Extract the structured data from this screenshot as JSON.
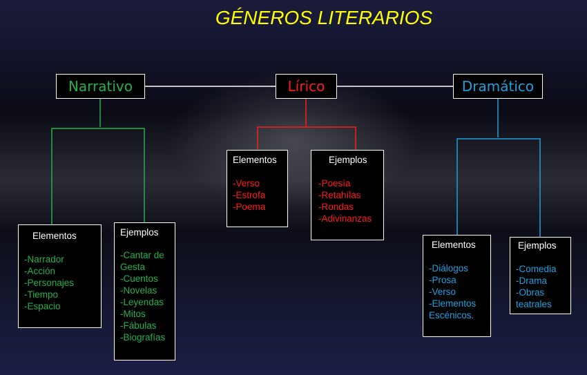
{
  "title": "GÉNEROS LITERARIOS",
  "colors": {
    "title": "#ffff00",
    "narrativo": "#22b14c",
    "lirico": "#ff1a1a",
    "dramatico": "#1ea0e0",
    "connector_main": "#ffffff"
  },
  "genres": {
    "narrativo": {
      "label": "Narrativo",
      "elementos": {
        "header": "Elementos",
        "items": [
          "-Narrador",
          "-Acción",
          "-Personajes",
          "-Tiempo",
          "-Espacio"
        ]
      },
      "ejemplos": {
        "header": "Ejemplos",
        "items": [
          "-Cantar de Gesta",
          "-Cuentos",
          "-Novelas",
          "-Leyendas",
          "-Mitos",
          "-Fábulas",
          "-Biografías"
        ]
      }
    },
    "lirico": {
      "label": "Lírico",
      "elementos": {
        "header": "Elementos",
        "items": [
          "-Verso",
          "-Estrofa",
          "-Poema"
        ]
      },
      "ejemplos": {
        "header": "Ejemplos",
        "items": [
          "-Poesía",
          "-Retahílas",
          "-Rondas",
          "-Adivinanzas"
        ]
      }
    },
    "dramatico": {
      "label": "Dramático",
      "elementos": {
        "header": "Elementos",
        "items": [
          "-Diálogos",
          "-Prosa",
          "-Verso",
          "-Elementos Escénicos."
        ]
      },
      "ejemplos": {
        "header": "Ejemplos",
        "items": [
          "-Comedia",
          "-Drama",
          "-Obras teatrales"
        ]
      }
    }
  }
}
